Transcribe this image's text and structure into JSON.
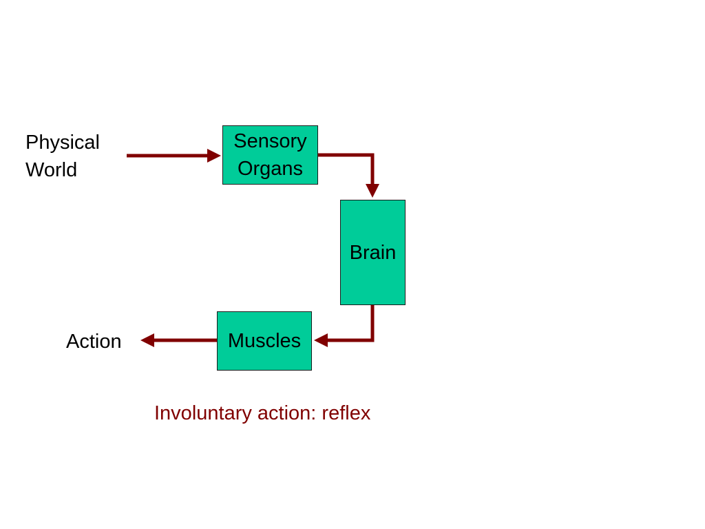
{
  "colors": {
    "box_fill": "#00CC99",
    "arrow": "#800000",
    "caption": "#800000",
    "text": "#000000"
  },
  "diagram": {
    "input_label": {
      "line1": "Physical",
      "line2": "World"
    },
    "output_label": "Action",
    "nodes": {
      "sensory": {
        "line1": "Sensory",
        "line2": "Organs"
      },
      "brain": "Brain",
      "muscles": "Muscles"
    },
    "edges": [
      {
        "from": "Physical World",
        "to": "Sensory Organs"
      },
      {
        "from": "Sensory Organs",
        "to": "Brain"
      },
      {
        "from": "Brain",
        "to": "Muscles"
      },
      {
        "from": "Muscles",
        "to": "Action"
      }
    ]
  },
  "caption": "Involuntary action: reflex"
}
